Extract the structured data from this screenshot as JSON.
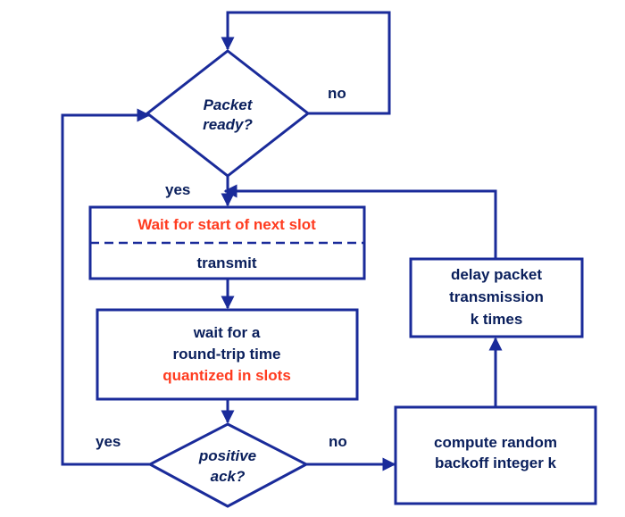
{
  "colors": {
    "stroke": "#1a2b9a",
    "text": "#0a1f5c",
    "accent": "#ff3b1f",
    "background": "#ffffff"
  },
  "decision_packet_ready": {
    "line1": "Packet",
    "line2": "ready?"
  },
  "decision_positive_ack": {
    "line1": "positive",
    "line2": "ack?"
  },
  "box_wait_slot": {
    "top": "Wait for start of next slot",
    "bottom": "transmit"
  },
  "box_round_trip": {
    "line1": "wait for a",
    "line2": "round-trip time",
    "line3": "quantized in slots"
  },
  "box_compute_backoff": {
    "line1": "compute random",
    "line2": "backoff integer k"
  },
  "box_delay": {
    "line1": "delay packet",
    "line2": "transmission",
    "line3": "k times"
  },
  "labels": {
    "no_top": "no",
    "yes_top": "yes",
    "yes_bottom": "yes",
    "no_bottom": "no"
  }
}
